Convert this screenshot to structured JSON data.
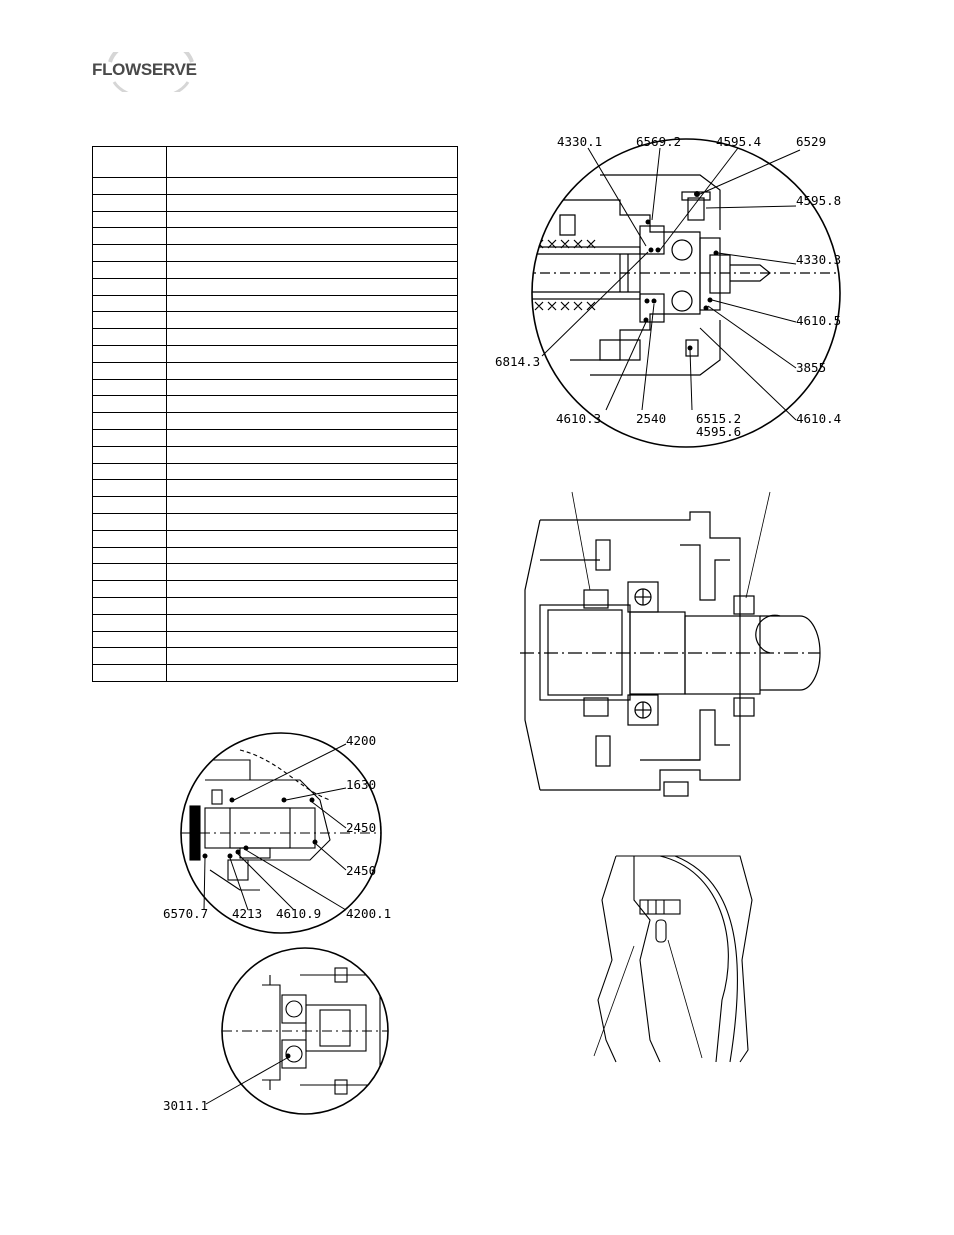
{
  "header": {
    "brand": "FLOWSERVE"
  },
  "parts_table": {
    "row_count": 30
  },
  "figures": {
    "top_right": {
      "callouts": [
        "4330.1",
        "6569.2",
        "4595.4",
        "6529",
        "4595.8",
        "4330.3",
        "4610.5",
        "3855",
        "4610.4",
        "6515.2",
        "4595.6",
        "2540",
        "4610.3",
        "6814.3"
      ]
    },
    "bottom_left": {
      "callouts": [
        "4200",
        "1630",
        "2450",
        "2450",
        "4200.1",
        "4610.9",
        "4213",
        "6570.7"
      ]
    },
    "bottom_left_2": {
      "callouts": [
        "3011.1"
      ]
    }
  }
}
